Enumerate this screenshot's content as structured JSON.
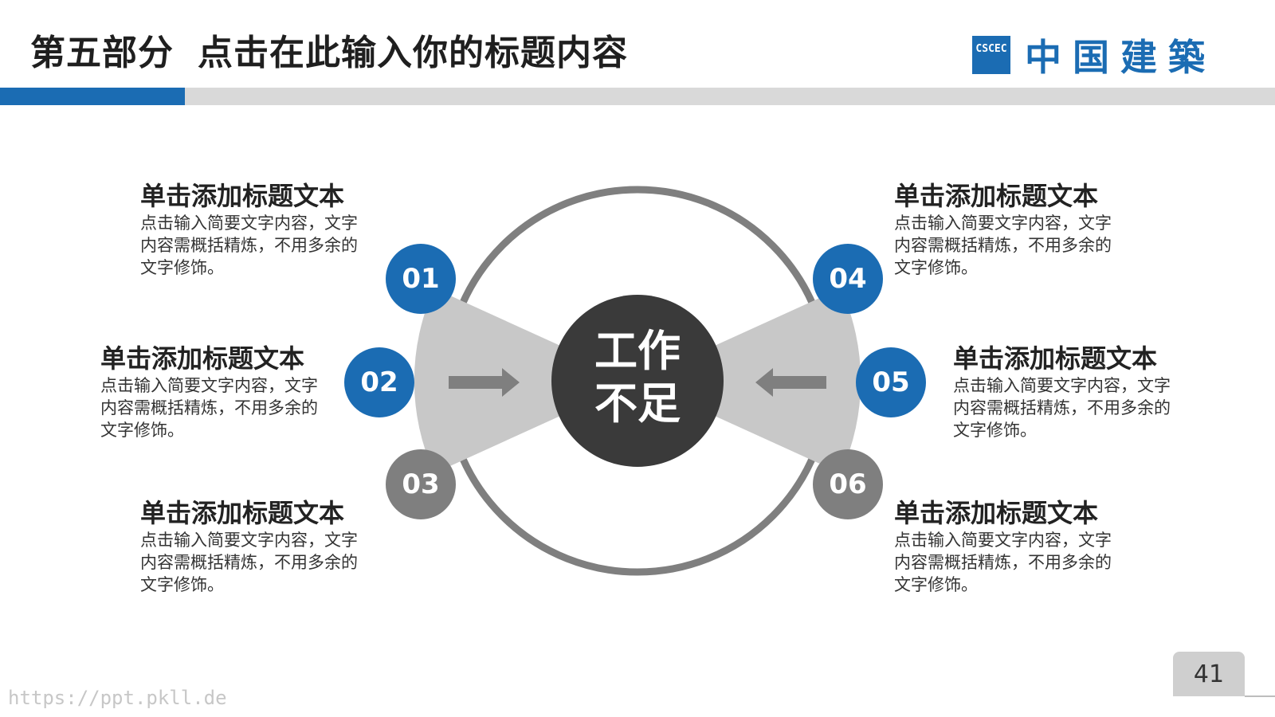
{
  "header": {
    "section": "第五部分",
    "title": "点击在此输入你的标题内容",
    "brand_name": "中国建築",
    "brand_mark": "CSCEC"
  },
  "center": {
    "line1": "工作",
    "line2": "不足"
  },
  "items": [
    {
      "num": "01",
      "title": "单击添加标题文本",
      "body": "点击输入简要文字内容，文字内容需概括精炼，不用多余的文字修饰。"
    },
    {
      "num": "02",
      "title": "单击添加标题文本",
      "body": "点击输入简要文字内容，文字内容需概括精炼，不用多余的文字修饰。"
    },
    {
      "num": "03",
      "title": "单击添加标题文本",
      "body": "点击输入简要文字内容，文字内容需概括精炼，不用多余的文字修饰。"
    },
    {
      "num": "04",
      "title": "单击添加标题文本",
      "body": "点击输入简要文字内容，文字内容需概括精炼，不用多余的文字修饰。"
    },
    {
      "num": "05",
      "title": "单击添加标题文本",
      "body": "点击输入简要文字内容，文字内容需概括精炼，不用多余的文字修饰。"
    },
    {
      "num": "06",
      "title": "单击添加标题文本",
      "body": "点击输入简要文字内容，文字内容需概括精炼，不用多余的文字修饰。"
    }
  ],
  "footer": {
    "page_number": "41",
    "watermark": "https://ppt.pkll.de"
  },
  "colors": {
    "blue": "#1b6cb3",
    "gray": "#7f7f7f",
    "dark": "#3a3a3a",
    "light_gray": "#c8c8c8"
  }
}
